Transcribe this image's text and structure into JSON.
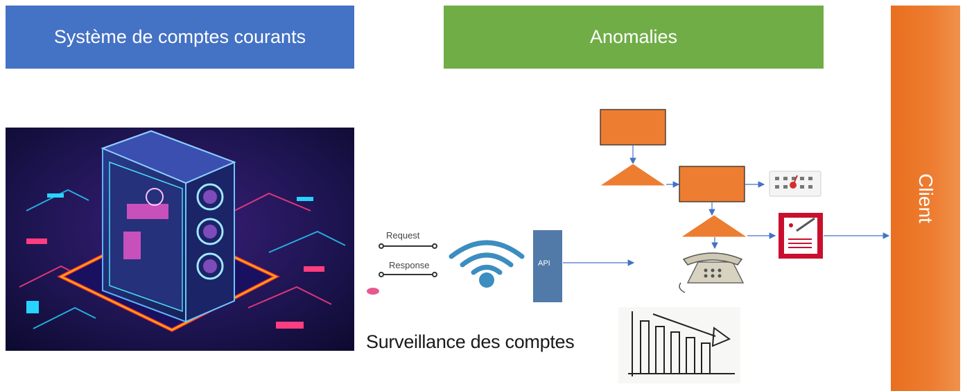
{
  "headers": {
    "left": "Système de comptes courants",
    "middle": "Anomalies",
    "right": "Client"
  },
  "api": {
    "request_label": "Request",
    "response_label": "Response",
    "box_label": "API"
  },
  "caption": "Surveillance des comptes",
  "colors": {
    "blue_header": "#4472c4",
    "green_header": "#70ad47",
    "orange": "#ed7d31",
    "api_box": "#517aa8",
    "arrow": "#4472c4"
  },
  "icons": [
    "server-illustration-icon",
    "wifi-icon",
    "calendar-icon",
    "report-icon",
    "telephone-icon",
    "declining-chart-icon"
  ]
}
